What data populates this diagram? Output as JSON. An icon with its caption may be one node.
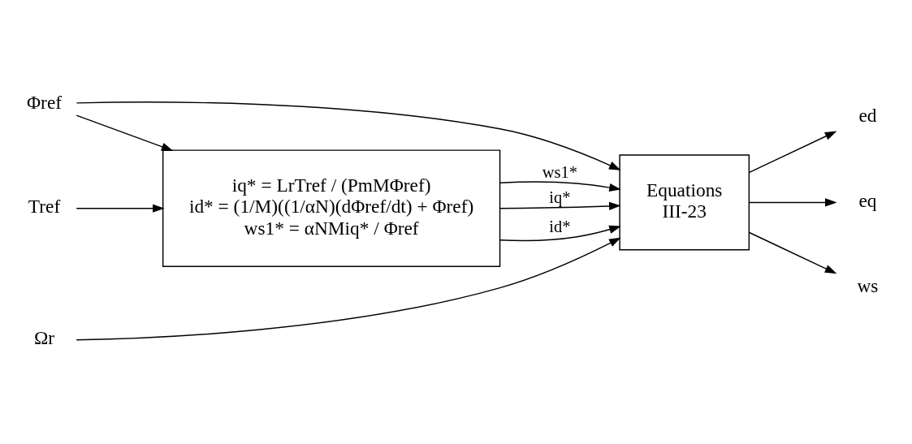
{
  "diagram": {
    "nodes": [
      {
        "text": [
          "Φref"
        ]
      },
      {
        "text": [
          "Tref"
        ]
      },
      {
        "text": [
          "Ωr"
        ]
      },
      {
        "text": [
          "iq* = LrTref / (PmMΦref)",
          "id* = (1/M)((1/αN)(dΦref/dt) + Φref)",
          "ws1* = αNMiq* / Φref"
        ]
      },
      {
        "text": [
          "Equations",
          "III-23"
        ]
      },
      {
        "text": [
          "ed"
        ]
      },
      {
        "text": [
          "eq"
        ]
      },
      {
        "text": [
          "ws"
        ]
      }
    ],
    "edges": [
      {
        "from": 0,
        "to": 4,
        "arrow": "to"
      },
      {
        "from": 0,
        "to": 3,
        "arrow": "to"
      },
      {
        "from": 1,
        "to": 3,
        "arrow": "to"
      },
      {
        "from": 3,
        "to": 4,
        "arrow": "to",
        "label": "iq*"
      },
      {
        "from": 3,
        "to": 4,
        "arrow": "to",
        "label": "id*"
      },
      {
        "from": 3,
        "to": 4,
        "arrow": "to",
        "label": "ws1*"
      },
      {
        "from": 2,
        "to": 4,
        "arrow": "to"
      },
      {
        "from": 4,
        "to": 5,
        "arrow": "to"
      },
      {
        "from": 4,
        "to": 6,
        "arrow": "to"
      },
      {
        "from": 4,
        "to": 7,
        "arrow": "to"
      }
    ]
  }
}
